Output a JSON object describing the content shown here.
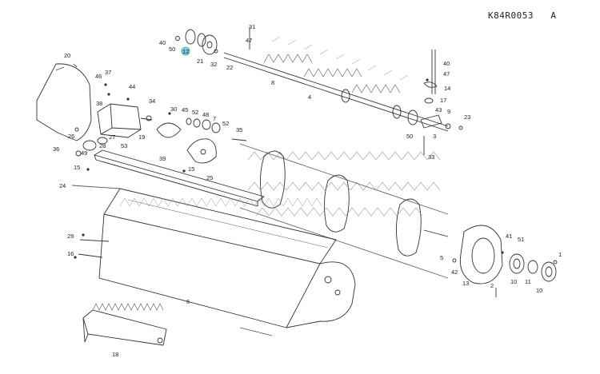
{
  "document": {
    "code": "K84R0053",
    "revision": "A"
  },
  "highlight_color": "#7fd3dd",
  "highlighted_part": "12",
  "parts": [
    {
      "id": "p31",
      "label": "31"
    },
    {
      "id": "p47a",
      "label": "47"
    },
    {
      "id": "p40a",
      "label": "40"
    },
    {
      "id": "p50a",
      "label": "50"
    },
    {
      "id": "p12",
      "label": "12"
    },
    {
      "id": "p21",
      "label": "21"
    },
    {
      "id": "p32",
      "label": "32"
    },
    {
      "id": "p22",
      "label": "22"
    },
    {
      "id": "p8",
      "label": "8"
    },
    {
      "id": "p4",
      "label": "4"
    },
    {
      "id": "p20",
      "label": "20"
    },
    {
      "id": "p37",
      "label": "37"
    },
    {
      "id": "p46",
      "label": "46"
    },
    {
      "id": "p44",
      "label": "44"
    },
    {
      "id": "p38",
      "label": "38"
    },
    {
      "id": "p34",
      "label": "34"
    },
    {
      "id": "p30",
      "label": "30"
    },
    {
      "id": "p45",
      "label": "45"
    },
    {
      "id": "p52a",
      "label": "52"
    },
    {
      "id": "p48",
      "label": "48"
    },
    {
      "id": "p7",
      "label": "7"
    },
    {
      "id": "p52b",
      "label": "52"
    },
    {
      "id": "p35",
      "label": "35"
    },
    {
      "id": "p40b",
      "label": "40"
    },
    {
      "id": "p47b",
      "label": "47"
    },
    {
      "id": "p14",
      "label": "14"
    },
    {
      "id": "p17",
      "label": "17"
    },
    {
      "id": "p43",
      "label": "43"
    },
    {
      "id": "p9",
      "label": "9"
    },
    {
      "id": "p23",
      "label": "23"
    },
    {
      "id": "p3",
      "label": "3"
    },
    {
      "id": "p50b",
      "label": "50"
    },
    {
      "id": "p33",
      "label": "33"
    },
    {
      "id": "p26",
      "label": "26"
    },
    {
      "id": "p27",
      "label": "27"
    },
    {
      "id": "p28",
      "label": "28"
    },
    {
      "id": "p53",
      "label": "53"
    },
    {
      "id": "p19",
      "label": "19"
    },
    {
      "id": "p36",
      "label": "36"
    },
    {
      "id": "p49",
      "label": "49"
    },
    {
      "id": "p39",
      "label": "39"
    },
    {
      "id": "p15a",
      "label": "15"
    },
    {
      "id": "p15b",
      "label": "15"
    },
    {
      "id": "p25",
      "label": "25"
    },
    {
      "id": "p24",
      "label": "24"
    },
    {
      "id": "p29",
      "label": "29"
    },
    {
      "id": "p16",
      "label": "16"
    },
    {
      "id": "p6",
      "label": "6"
    },
    {
      "id": "p41",
      "label": "41"
    },
    {
      "id": "p51",
      "label": "51"
    },
    {
      "id": "p1",
      "label": "1"
    },
    {
      "id": "p5",
      "label": "5"
    },
    {
      "id": "p42",
      "label": "42"
    },
    {
      "id": "p13",
      "label": "13"
    },
    {
      "id": "p2",
      "label": "2"
    },
    {
      "id": "p10a",
      "label": "10"
    },
    {
      "id": "p11",
      "label": "11"
    },
    {
      "id": "p10b",
      "label": "10"
    },
    {
      "id": "p18",
      "label": "18"
    }
  ]
}
